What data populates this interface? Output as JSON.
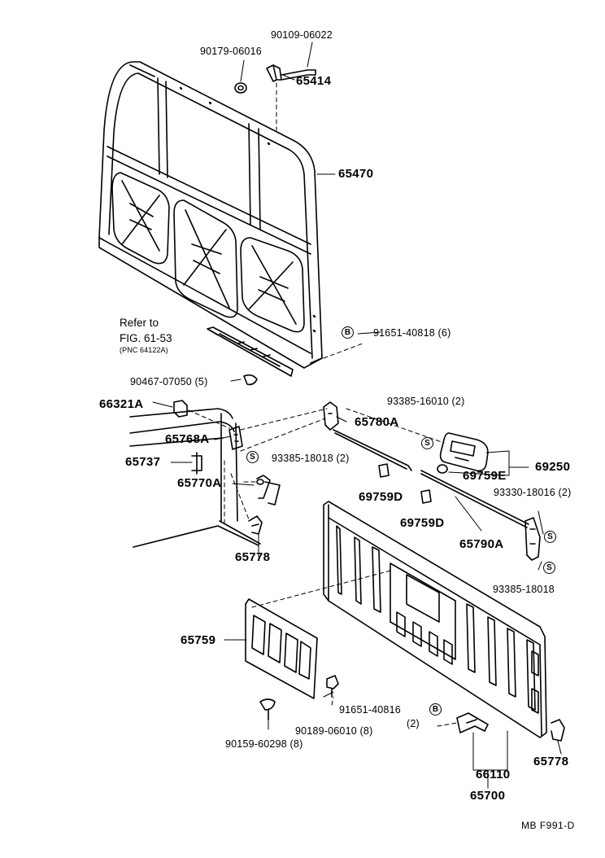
{
  "labels": {
    "p90109_06022": "90109-06022",
    "p90179_06016": "90179-06016",
    "p65414": "65414",
    "p65470": "65470",
    "refer_to": "Refer to",
    "fig_ref": "FIG. 61-53",
    "pnc_ref": "(PNC 64122A)",
    "p91651_40818": "91651-40818 (6)",
    "p90467_07050": "90467-07050 (5)",
    "p66321A": "66321A",
    "p65768A": "65768A",
    "p93385_18018_2": "93385-18018 (2)",
    "p65737": "65737",
    "p65770A": "65770A",
    "p65778_left": "65778",
    "p93385_16010": "93385-16010 (2)",
    "p65780A": "65780A",
    "p69250": "69250",
    "p69759E": "69759E",
    "p69759D_a": "69759D",
    "p69759D_b": "69759D",
    "p93330_18016": "93330-18016 (2)",
    "p65790A": "65790A",
    "p93385_18018": "93385-18018",
    "p65759": "65759",
    "p91651_40816": "91651-40816",
    "qty_2": "(2)",
    "p90189_06010": "90189-06010 (8)",
    "p90159_60298": "90159-60298 (8)",
    "p66110": "66110",
    "p65700": "65700",
    "p65778_right": "65778",
    "footer_code": "MB F991-D"
  },
  "symbols": {
    "b": "B",
    "s": "S"
  }
}
